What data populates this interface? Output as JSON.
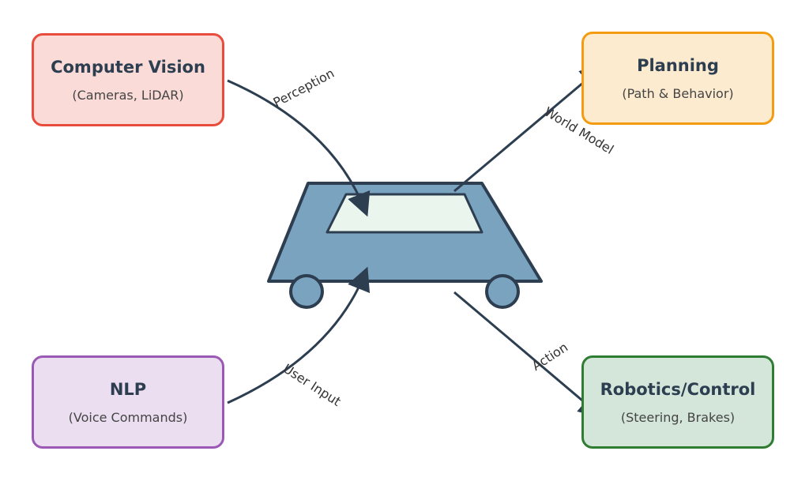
{
  "nodes": {
    "vision": {
      "title": "Computer Vision",
      "subtitle": "(Cameras, LiDAR)",
      "fill": "#fadbd8",
      "stroke": "#e74c3c"
    },
    "planning": {
      "title": "Planning",
      "subtitle": "(Path & Behavior)",
      "fill": "#fdebd0",
      "stroke": "#f39c12"
    },
    "nlp": {
      "title": "NLP",
      "subtitle": "(Voice Commands)",
      "fill": "#ebdef0",
      "stroke": "#9b59b6"
    },
    "robotics": {
      "title": "Robotics/Control",
      "subtitle": "(Steering, Brakes)",
      "fill": "#d4e6d9",
      "stroke": "#2e7d32"
    }
  },
  "edges": {
    "perception": "Perception",
    "world_model": "World Model",
    "user_input": "User Input",
    "action": "Action"
  },
  "colors": {
    "car_body": "#7aa3c0",
    "car_outline": "#2c3e50",
    "windshield": "#eaf5ee",
    "arrow": "#2c3e50"
  }
}
